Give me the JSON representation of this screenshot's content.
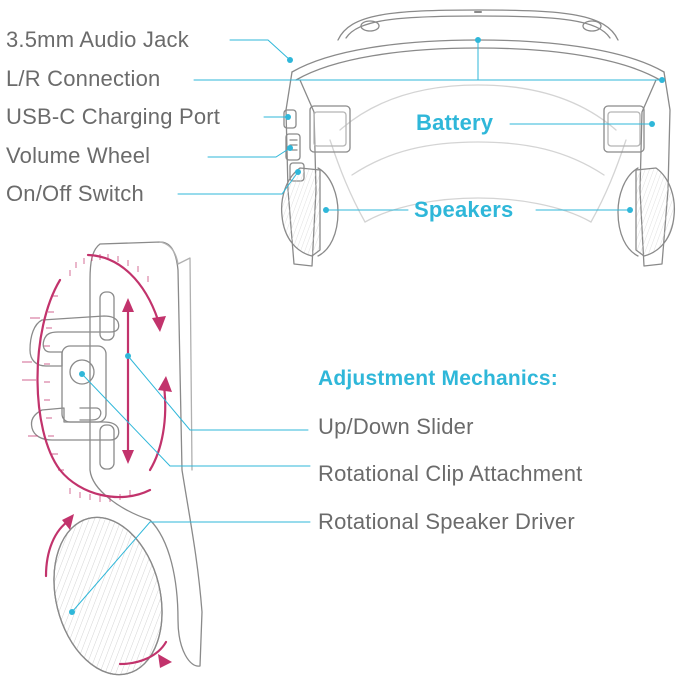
{
  "colors": {
    "accent": "#2fb7d9",
    "highlight": "#c2336c",
    "text": "#6b6b6b",
    "outline": "#8a8a8a"
  },
  "labels": {
    "audio_jack": "3.5mm Audio Jack",
    "lr_connection": "L/R Connection",
    "usbc_port": "USB-C Charging Port",
    "volume_wheel": "Volume Wheel",
    "onoff_switch": "On/Off Switch",
    "battery": "Battery",
    "speakers": "Speakers"
  },
  "mechanics": {
    "heading": "Adjustment Mechanics:",
    "updown_slider": "Up/Down Slider",
    "clip_attachment": "Rotational Clip Attachment",
    "speaker_driver": "Rotational Speaker Driver"
  }
}
